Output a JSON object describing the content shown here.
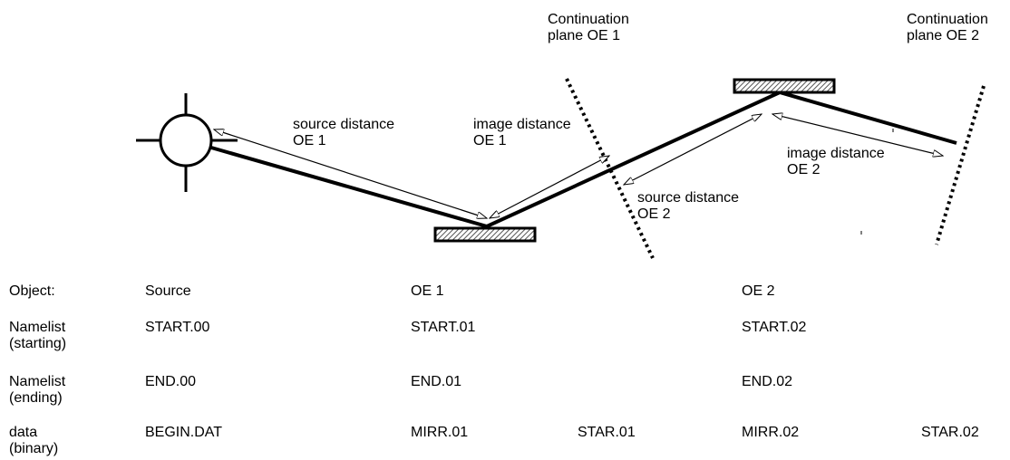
{
  "diagram": {
    "labels": {
      "continuation_oe1": "Continuation\nplane OE 1",
      "continuation_oe2": "Continuation\nplane OE 2",
      "source_distance_oe1": "source distance\nOE 1",
      "image_distance_oe1": "image distance\nOE 1",
      "source_distance_oe2": "source distance\nOE 2",
      "image_distance_oe2": "image distance\nOE 2"
    }
  },
  "table": {
    "rows": [
      {
        "head": "Object:",
        "cells": [
          "Source",
          "OE 1",
          "",
          "OE 2",
          ""
        ]
      },
      {
        "head": "Namelist\n(starting)",
        "cells": [
          "START.00",
          "START.01",
          "",
          "START.02",
          ""
        ]
      },
      {
        "head": "Namelist\n(ending)",
        "cells": [
          "END.00",
          "END.01",
          "",
          "END.02",
          ""
        ]
      },
      {
        "head": "data\n(binary)",
        "cells": [
          "BEGIN.DAT",
          "MIRR.01",
          "STAR.01",
          "MIRR.02",
          "STAR.02"
        ]
      }
    ]
  }
}
